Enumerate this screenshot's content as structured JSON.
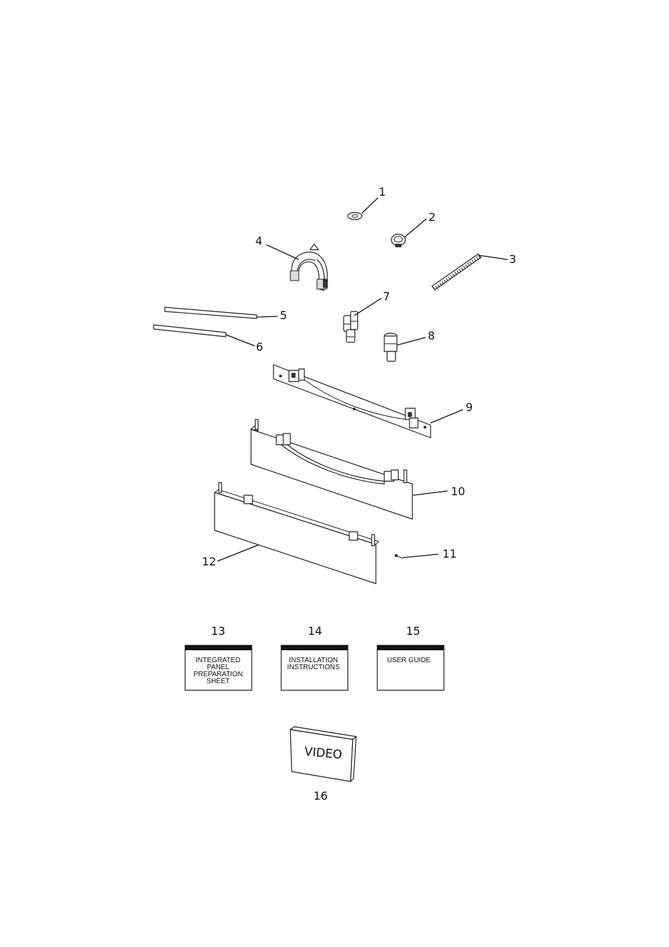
{
  "callouts": {
    "c1": "1",
    "c2": "2",
    "c3": "3",
    "c4": "4",
    "c5": "5",
    "c6": "6",
    "c7": "7",
    "c8": "8",
    "c9": "9",
    "c10": "10",
    "c11": "11",
    "c12": "12",
    "c13": "13",
    "c14": "14",
    "c15": "15",
    "c16": "16"
  },
  "booklets": {
    "b13": [
      "INTEGRATED",
      "PANEL",
      "PREPARATION",
      "SHEET"
    ],
    "b14": [
      "INSTALLATION",
      "INSTRUCTIONS"
    ],
    "b15": [
      "USER GUIDE"
    ]
  },
  "video": {
    "label": "VIDEO"
  }
}
